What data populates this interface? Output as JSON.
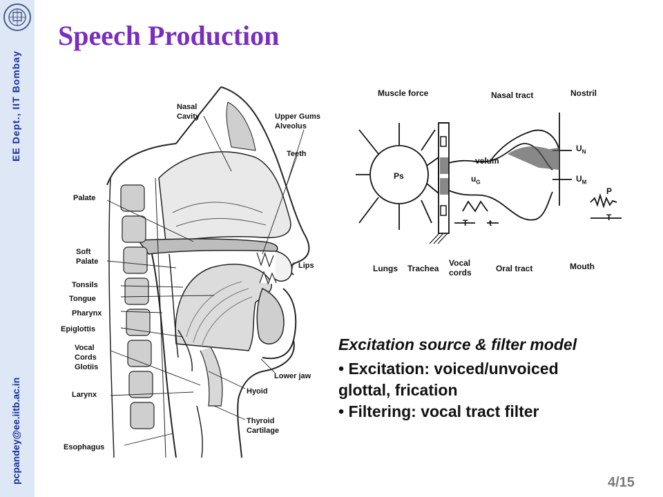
{
  "sidebar": {
    "dept": "EE Dept., IIT Bombay",
    "email": "pcpandey@ee.iitb.ac.in"
  },
  "slide": {
    "title": "Speech Production",
    "page_current": "4",
    "page_total": "/15"
  },
  "anatomy_labels": {
    "nasal_cavity": "Nasal\nCavity",
    "upper_gums": "Upper Gums\nAlveolus",
    "teeth": "Teeth",
    "palate": "Palate",
    "soft_palate": "Soft\nPalate",
    "lips": "Lips",
    "tonsils": "Tonsils",
    "tongue": "Tongue",
    "pharynx": "Pharynx",
    "epiglottis": "Epiglottis",
    "vocal_cords": "Vocal\nCords\nGlotiis",
    "lower_jaw": "Lower jaw",
    "hyoid": "Hyoid",
    "larynx": "Larynx",
    "thyroid": "Thyroid\nCartilage",
    "esophagus": "Esophagus"
  },
  "model_labels": {
    "muscle_force": "Muscle force",
    "nasal_tract": "Nasal tract",
    "nostril": "Nostril",
    "ps": "Ps",
    "velum": "velum",
    "ug": "u",
    "ug_sub": "G",
    "un": "U",
    "un_sub": "N",
    "um": "U",
    "um_sub": "M",
    "p": "P",
    "t_big": "T",
    "t_small": "t",
    "t_right": "T",
    "lungs": "Lungs",
    "trachea": "Trachea",
    "vocal_cords": "Vocal\ncords",
    "oral_tract": "Oral tract",
    "mouth": "Mouth"
  },
  "text": {
    "heading": "Excitation source & filter model",
    "line1": "• Excitation: voiced/unvoiced",
    "line2": "glottal, frication",
    "line3": "• Filtering: vocal tract filter"
  },
  "colors": {
    "title": "#7a2ec0",
    "sidebar_bg": "#dde7f5",
    "sidebar_text": "#1a2f9c",
    "page_number": "#7a7a7a"
  }
}
